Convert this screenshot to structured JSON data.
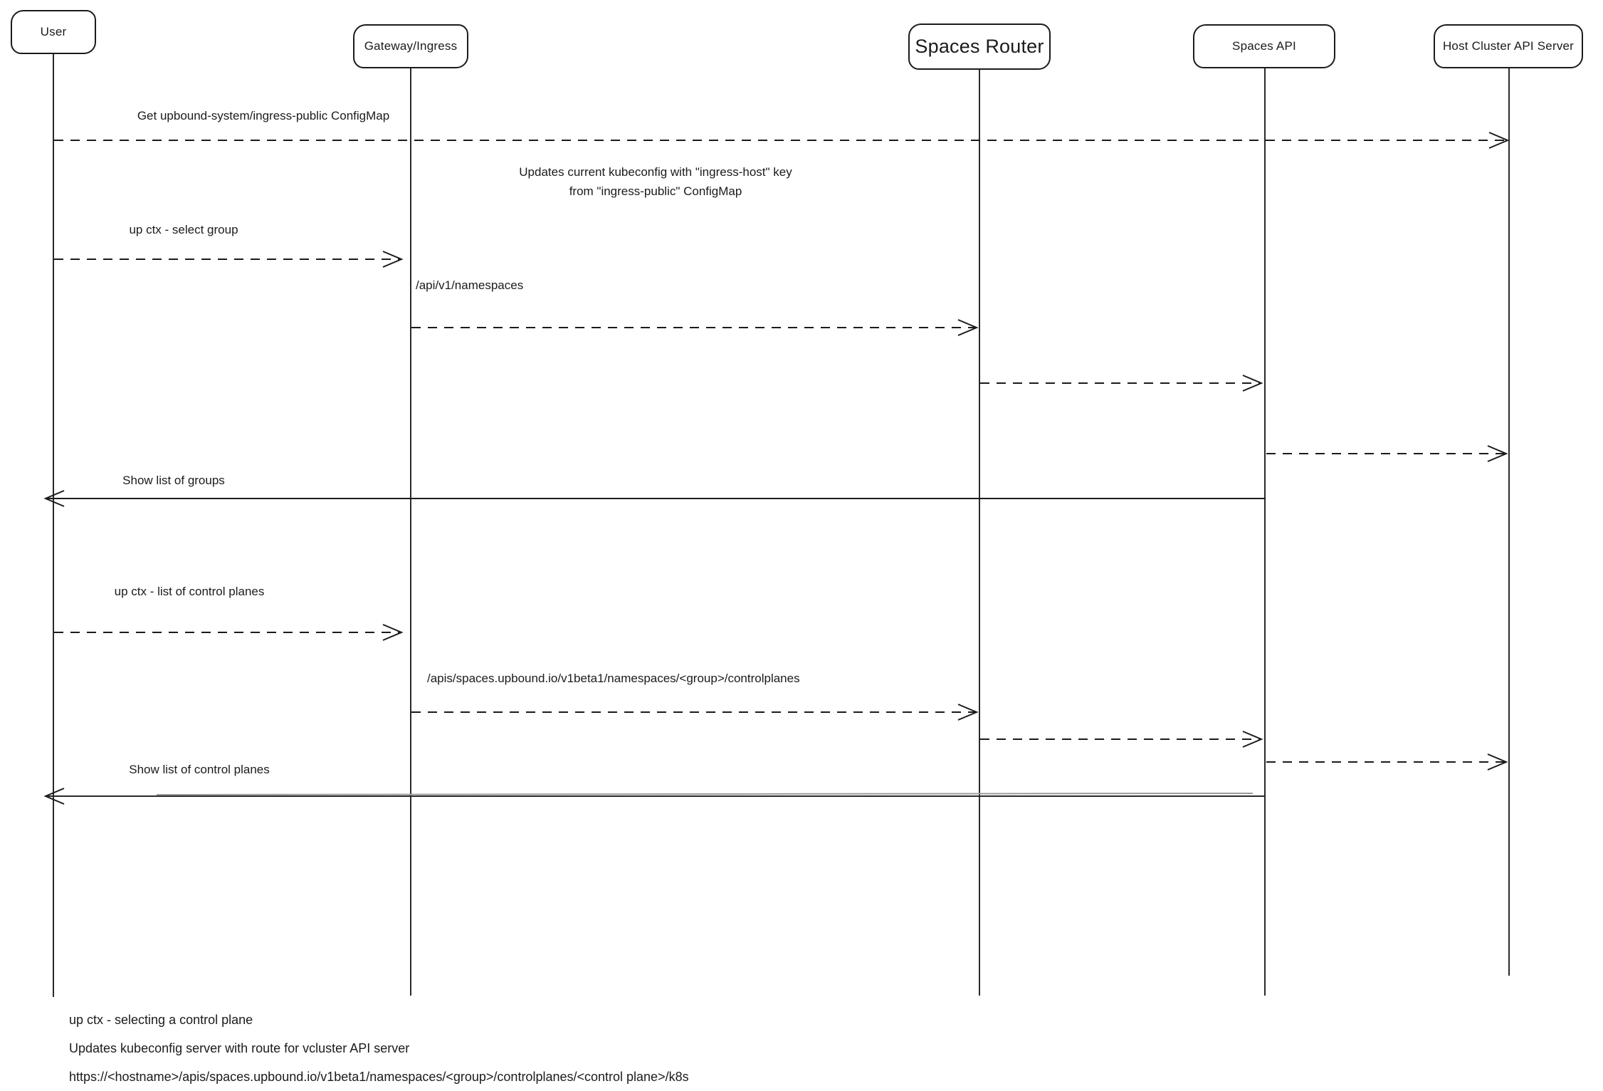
{
  "diagram": {
    "type": "sequence",
    "style": "hand-drawn",
    "colors": {
      "stroke": "#1b1b1b",
      "background": "#ffffff"
    }
  },
  "actors": [
    {
      "name": "User"
    },
    {
      "name": "Gateway/Ingress"
    },
    {
      "name": "Spaces Router"
    },
    {
      "name": "Spaces API"
    },
    {
      "name": "Host Cluster API Server"
    }
  ],
  "messages": [
    {
      "from": "User",
      "to": "Host Cluster API Server",
      "label": "Get upbound-system/ingress-public ConfigMap",
      "line": "dashed"
    },
    {
      "from": "User",
      "to": "Gateway/Ingress",
      "label": "up ctx - select group",
      "line": "dashed"
    },
    {
      "from": "Gateway/Ingress",
      "to": "Spaces Router",
      "label": "/api/v1/namespaces",
      "line": "dashed"
    },
    {
      "from": "Spaces Router",
      "to": "Spaces API",
      "label": "",
      "line": "dashed"
    },
    {
      "from": "Spaces API",
      "to": "Host Cluster API Server",
      "label": "",
      "line": "dashed"
    },
    {
      "from": "Spaces API",
      "to": "User",
      "label": "Show list of groups",
      "line": "solid"
    },
    {
      "from": "User",
      "to": "Gateway/Ingress",
      "label": "up ctx - list of control planes",
      "line": "dashed"
    },
    {
      "from": "Gateway/Ingress",
      "to": "Spaces Router",
      "label": "/apis/spaces.upbound.io/v1beta1/namespaces/<group>/controlplanes",
      "line": "dashed"
    },
    {
      "from": "Spaces Router",
      "to": "Spaces API",
      "label": "",
      "line": "dashed"
    },
    {
      "from": "Spaces API",
      "to": "Host Cluster API Server",
      "label": "",
      "line": "dashed"
    },
    {
      "from": "Spaces API",
      "to": "User",
      "label": "Show list of control planes",
      "line": "solid"
    }
  ],
  "note": {
    "line1": "Updates current kubeconfig with \"ingress-host\" key",
    "line2": "from \"ingress-public\" ConfigMap"
  },
  "footer": [
    "up ctx - selecting a control plane",
    "Updates kubeconfig server with route for vcluster API server",
    "https://<hostname>/apis/spaces.upbound.io/v1beta1/namespaces/<group>/controlplanes/<control plane>/k8s"
  ]
}
